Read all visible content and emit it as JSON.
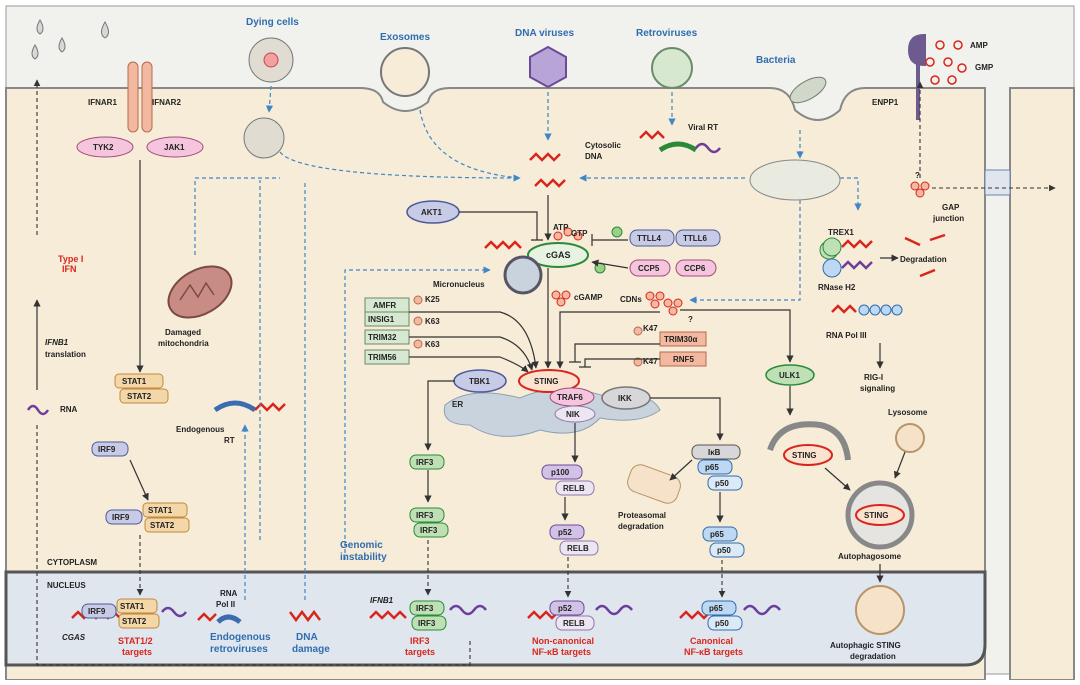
{
  "colors": {
    "cytoplasm": "#f6ecd8",
    "nucleus": "#dfe6ee",
    "dna_red": "#d9261c",
    "arrow_blue": "#2f6db0",
    "outside_bg": "#f1f1ee",
    "text_red": "#d9261c"
  },
  "extracellular": {
    "dying_cells": "Dying cells",
    "exosomes": "Exosomes",
    "dna_viruses": "DNA viruses",
    "retroviruses": "Retroviruses",
    "bacteria": "Bacteria",
    "amp": "AMP",
    "gmp": "GMP"
  },
  "receptors": {
    "ifnar1": "IFNAR1",
    "ifnar2": "IFNAR2",
    "tyk2": "TYK2",
    "jak1": "JAK1",
    "enpp1": "ENPP1"
  },
  "left": {
    "type1_ifn_line1": "Type I",
    "type1_ifn_line2": "IFN",
    "ifnb1": "IFNB1",
    "translation": "translation",
    "rna": "RNA",
    "damaged_line1": "Damaged",
    "damaged_line2": "mitochondria",
    "endogenous_rt_line1": "Endogenous",
    "endogenous_rt_line2": "RT",
    "stat1": "STAT1",
    "stat2": "STAT2",
    "irf9": "IRF9"
  },
  "center": {
    "cytosolic_dna_line1": "Cytosolic",
    "cytosolic_dna_line2": "DNA",
    "viral_rt": "Viral RT",
    "akt1": "AKT1",
    "atp": "ATP",
    "gtp": "GTP",
    "cgas": "cGAS",
    "ttll4": "TTLL4",
    "ttll6": "TTLL6",
    "ccp5": "CCP5",
    "ccp6": "CCP6",
    "micronucleus": "Micronucleus",
    "cgamp": "cGAMP",
    "cdns": "CDNs",
    "question": "?",
    "amfr": "AMFR",
    "insig1": "INSIG1",
    "trim32": "TRIM32",
    "trim56": "TRIM56",
    "k25": "K25",
    "k63a": "K63",
    "k63b": "K63",
    "k47a": "K47",
    "k47b": "K47",
    "trim30a": "TRIM30α",
    "rnf5": "RNF5",
    "tbk1": "TBK1",
    "sting": "STING",
    "traf6": "TRAF6",
    "nik": "NIK",
    "ikk": "IKK",
    "er": "ER",
    "irf3": "IRF3",
    "p100": "p100",
    "relb": "RELB",
    "p52": "p52",
    "ikb": "IκB",
    "p65": "p65",
    "p50": "p50",
    "proteasomal_line1": "Proteasomal",
    "proteasomal_line2": "degradation",
    "genomic_line1": "Genomic",
    "genomic_line2": "instability"
  },
  "right": {
    "gap_junction_line1": "GAP",
    "gap_junction_line2": "junction",
    "trex1": "TREX1",
    "degradation": "Degradation",
    "rnase_h2": "RNase H2",
    "rna_pol3": "RNA Pol III",
    "rigi_line1": "RIG-I",
    "rigi_line2": "signaling",
    "ulk1": "ULK1",
    "lysosome": "Lysosome",
    "sting": "STING",
    "autophagosome": "Autophagosome",
    "autophagic_line1": "Autophagic STING",
    "autophagic_line2": "degradation"
  },
  "compartments": {
    "cytoplasm": "CYTOPLASM",
    "nucleus": "NUCLEUS"
  },
  "nucleus": {
    "cgas_gene": "CGAS",
    "stat_targets_line1": "STAT1/2",
    "stat_targets_line2": "targets",
    "rna_pol2_line1": "RNA",
    "rna_pol2_line2": "Pol II",
    "endo_retro_line1": "Endogenous",
    "endo_retro_line2": "retroviruses",
    "dna_damage_line1": "DNA",
    "dna_damage_line2": "damage",
    "ifnb1": "IFNB1",
    "irf3_targets_line1": "IRF3",
    "irf3_targets_line2": "targets",
    "noncanon_line1": "Non-canonical",
    "noncanon_line2": "NF-κB targets",
    "canon_line1": "Canonical",
    "canon_line2": "NF-κB targets"
  }
}
